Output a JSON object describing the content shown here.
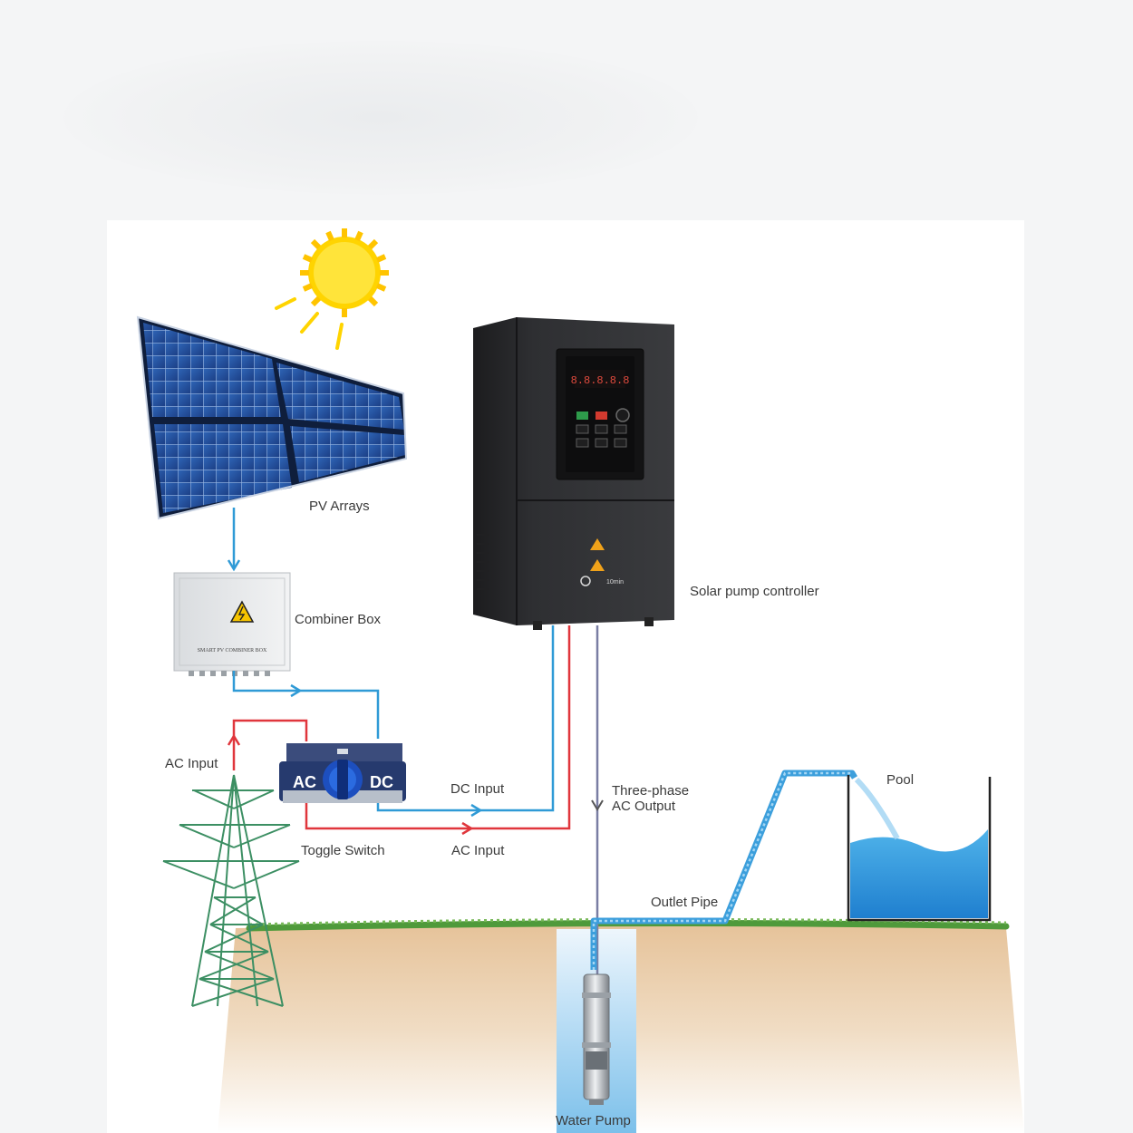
{
  "labels": {
    "pv_arrays": "PV Arrays",
    "combiner_box": "Combiner Box",
    "solar_pump_controller": "Solar pump controller",
    "ac_input_tower": "AC Input",
    "toggle_switch": "Toggle Switch",
    "dc_input": "DC Input",
    "ac_input_line": "AC Input",
    "three_phase_line1": "Three-phase",
    "three_phase_line2": "AC Output",
    "pool": "Pool",
    "outlet_pipe": "Outlet Pipe",
    "water_pump": "Water Pump"
  },
  "switch": {
    "ac": "AC",
    "dc": "DC"
  },
  "controller": {
    "display": "8.8.8.8.8",
    "timer": "10min"
  },
  "combiner_plate": "SMART PV COMBINER BOX",
  "colors": {
    "dc_line": "#2f9ad6",
    "ac_line": "#e0363c",
    "ground": "#e9c9a2",
    "grass": "#4f9a3b",
    "water": "#2f8fd3"
  }
}
